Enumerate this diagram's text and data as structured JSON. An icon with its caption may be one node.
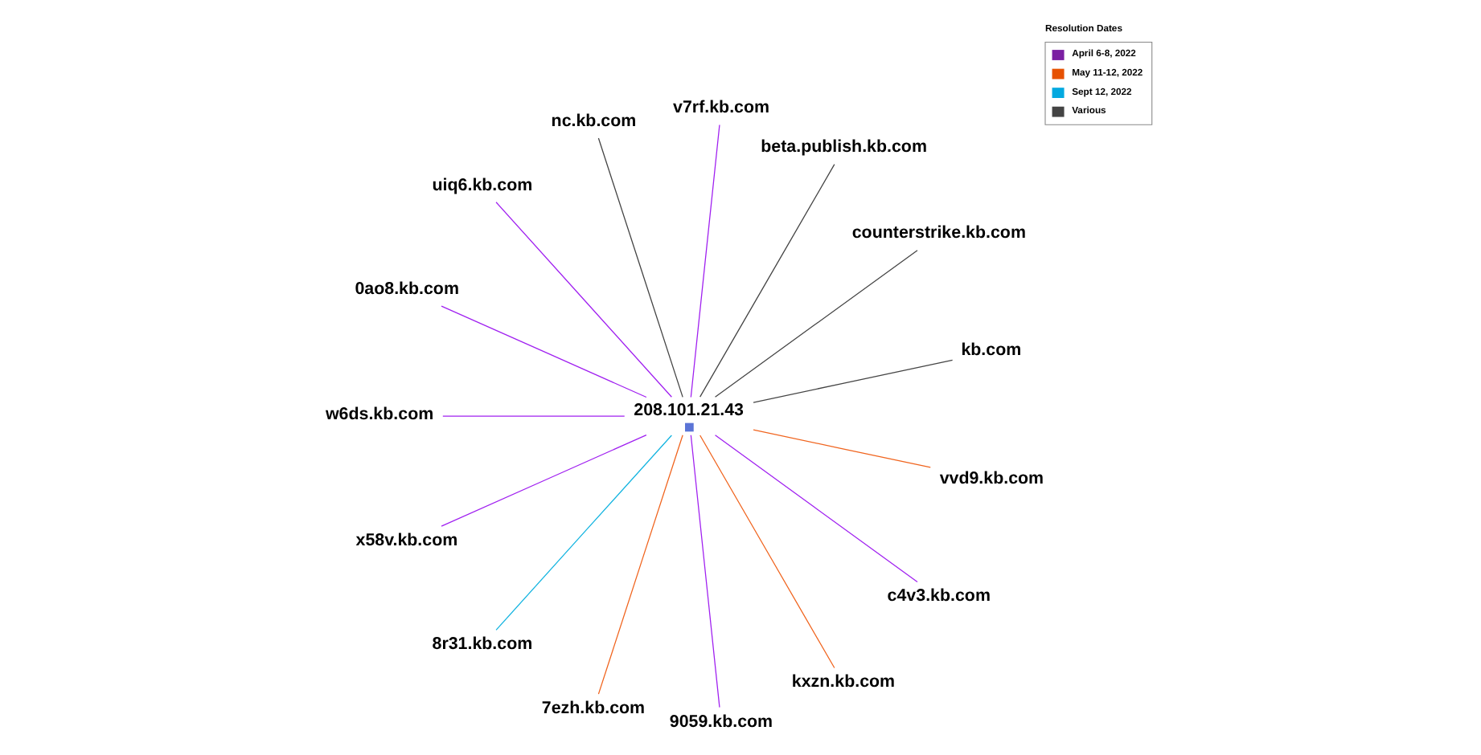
{
  "diagram": {
    "nodes": [
      {
        "text": [
          "208.101.21.43"
        ]
      },
      {
        "text": [
          "kb.com"
        ]
      },
      {
        "text": [
          "counterstrike.kb.com"
        ]
      },
      {
        "text": [
          "beta.publish.kb.com"
        ]
      },
      {
        "text": [
          "v7rf.kb.com"
        ]
      },
      {
        "text": [
          "nc.kb.com"
        ]
      },
      {
        "text": [
          "uiq6.kb.com"
        ]
      },
      {
        "text": [
          "0ao8.kb.com"
        ]
      },
      {
        "text": [
          "w6ds.kb.com"
        ]
      },
      {
        "text": [
          "x58v.kb.com"
        ]
      },
      {
        "text": [
          "8r31.kb.com"
        ]
      },
      {
        "text": [
          "7ezh.kb.com"
        ]
      },
      {
        "text": [
          "9059.kb.com"
        ]
      },
      {
        "text": [
          "kxzn.kb.com"
        ]
      },
      {
        "text": [
          "c4v3.kb.com"
        ]
      },
      {
        "text": [
          "vvd9.kb.com"
        ]
      }
    ],
    "edges": [
      {
        "from": 0,
        "to": 1,
        "arrow": "none",
        "color": "#444444"
      },
      {
        "from": 0,
        "to": 2,
        "arrow": "none",
        "color": "#444444"
      },
      {
        "from": 0,
        "to": 3,
        "arrow": "none",
        "color": "#444444"
      },
      {
        "from": 0,
        "to": 4,
        "arrow": "none",
        "color": "#a020f0"
      },
      {
        "from": 0,
        "to": 5,
        "arrow": "none",
        "color": "#444444"
      },
      {
        "from": 0,
        "to": 6,
        "arrow": "none",
        "color": "#a020f0"
      },
      {
        "from": 0,
        "to": 7,
        "arrow": "none",
        "color": "#a020f0"
      },
      {
        "from": 0,
        "to": 8,
        "arrow": "none",
        "color": "#a020f0"
      },
      {
        "from": 0,
        "to": 9,
        "arrow": "none",
        "color": "#a020f0"
      },
      {
        "from": 0,
        "to": 10,
        "arrow": "none",
        "color": "#13b4e0"
      },
      {
        "from": 0,
        "to": 11,
        "arrow": "none",
        "color": "#f0641e"
      },
      {
        "from": 0,
        "to": 12,
        "arrow": "none",
        "color": "#a020f0"
      },
      {
        "from": 0,
        "to": 13,
        "arrow": "none",
        "color": "#f0641e"
      },
      {
        "from": 0,
        "to": 14,
        "arrow": "none",
        "color": "#a020f0"
      },
      {
        "from": 0,
        "to": 15,
        "arrow": "none",
        "color": "#f0641e"
      }
    ],
    "labels": [
      "Resolution Dates"
    ],
    "legend": [
      {
        "text": "April 6-8, 2022",
        "color": "#7b1fa2"
      },
      {
        "text": "May 11-12, 2022",
        "color": "#e65100"
      },
      {
        "text": "Sept 12, 2022",
        "color": "#03a9e0"
      },
      {
        "text": "Various",
        "color": "#444444"
      }
    ]
  }
}
